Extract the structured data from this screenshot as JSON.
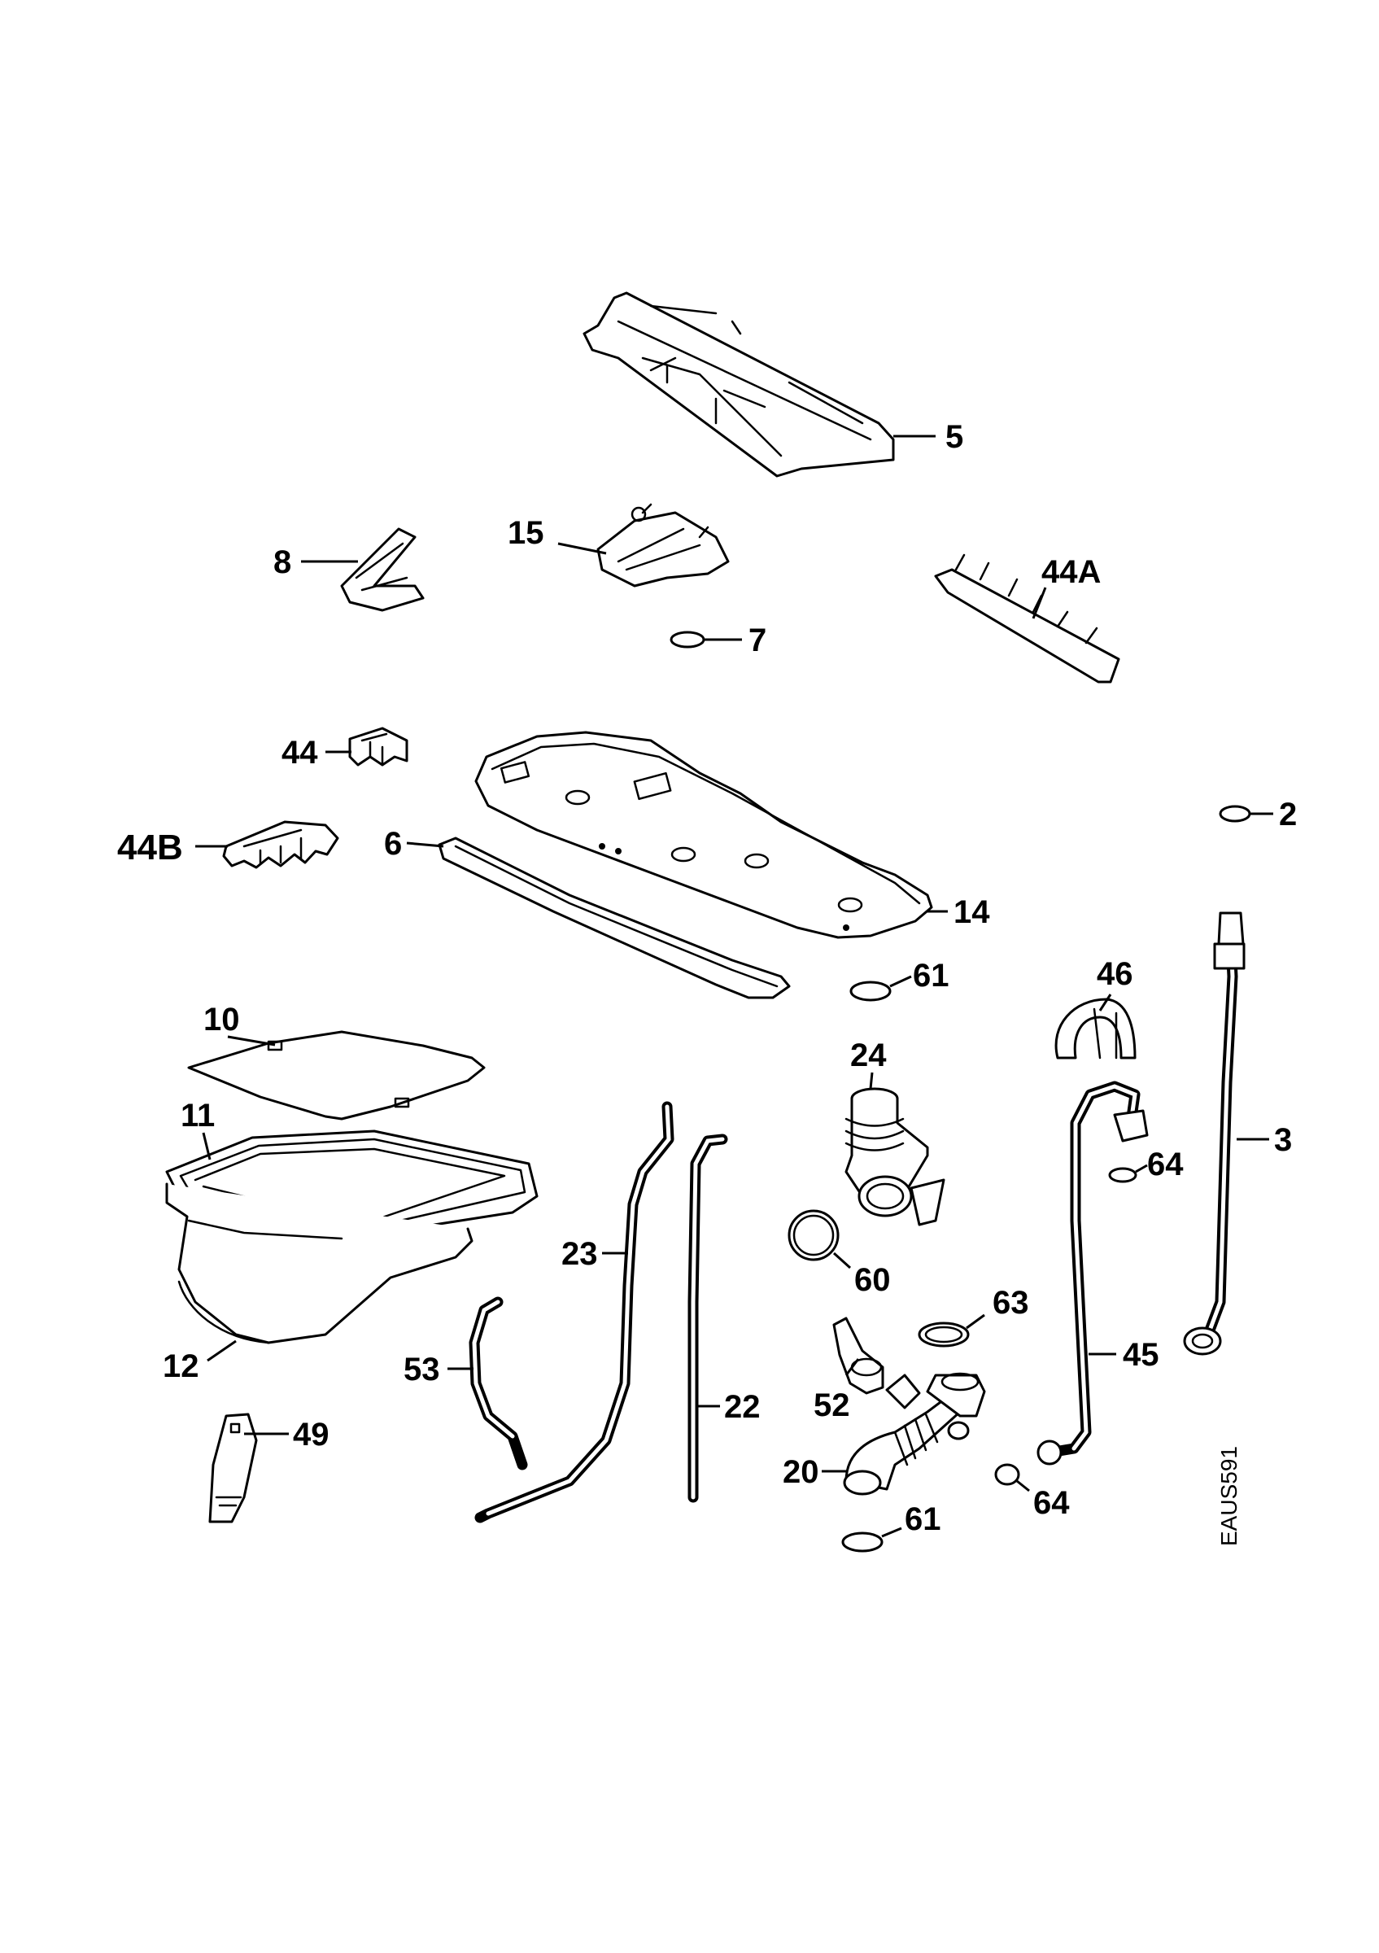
{
  "diagram_code": "EAUS591",
  "callouts": {
    "p5": "5",
    "p8": "8",
    "p15": "15",
    "p44A": "44A",
    "p7": "7",
    "p44": "44",
    "p2": "2",
    "p44B": "44B",
    "p6": "6",
    "p14": "14",
    "p61_top": "61",
    "p46": "46",
    "p10": "10",
    "p24": "24",
    "p3": "3",
    "p64_top": "64",
    "p11": "11",
    "p23": "23",
    "p60": "60",
    "p63": "63",
    "p53": "53",
    "p45": "45",
    "p12": "12",
    "p52": "52",
    "p22": "22",
    "p49": "49",
    "p20": "20",
    "p64_bottom": "64",
    "p61_bottom": "61"
  }
}
